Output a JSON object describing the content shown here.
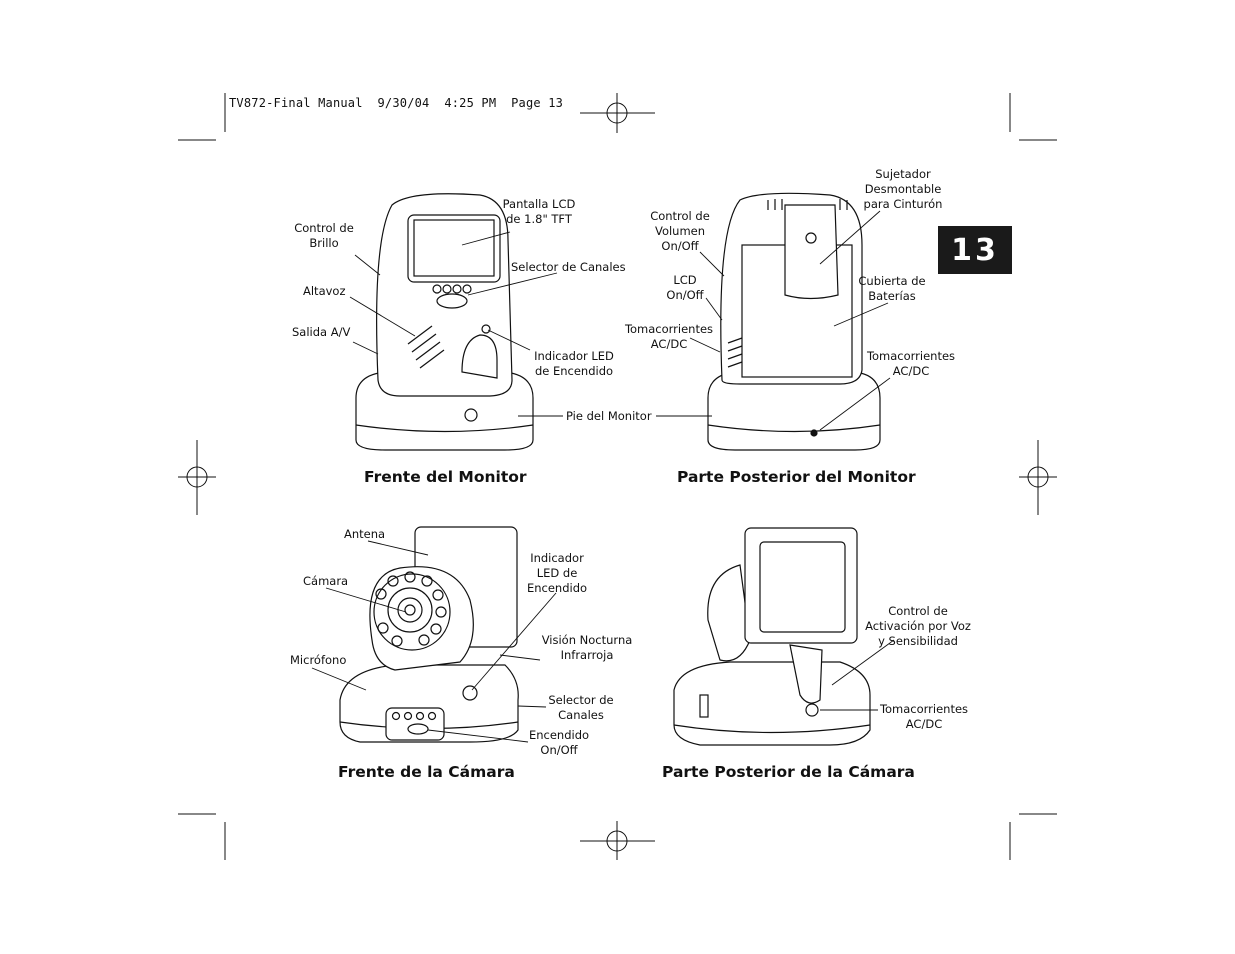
{
  "header": {
    "slug": "TV872-Final Manual  9/30/04  4:25 PM  Page 13"
  },
  "page_tab": "13",
  "monitor_front": {
    "caption": "Frente del Monitor",
    "labels": {
      "brightness": "Control de\nBrillo",
      "lcd_screen": "Pantalla LCD\nde 1.8\" TFT",
      "channel_selector": "Selector de Canales",
      "speaker": "Altavoz",
      "av_out": "Salida A/V",
      "power_led": "Indicador LED\nde Encendido"
    }
  },
  "stand_label": "Pie del Monitor",
  "monitor_back": {
    "caption": "Parte Posterior del Monitor",
    "labels": {
      "volume": "Control de\nVolumen\nOn/Off",
      "belt_clip": "Sujetador\nDesmontable\npara Cinturón",
      "lcd_onoff": "LCD\nOn/Off",
      "battery_cover": "Cubierta de\nBaterías",
      "ac_dc_left": "Tomacorrientes\nAC/DC",
      "ac_dc_right": "Tomacorrientes\nAC/DC"
    }
  },
  "camera_front": {
    "caption": "Frente de la Cámara",
    "labels": {
      "antenna": "Antena",
      "camera": "Cámara",
      "power_led": "Indicador\nLED de\nEncendido",
      "night_vision": "Visión Nocturna\nInfrarroja",
      "microphone": "Micrófono",
      "channel_selector": "Selector de\nCanales",
      "power_onoff": "Encendido\nOn/Off"
    }
  },
  "camera_back": {
    "caption": "Parte Posterior de la Cámara",
    "labels": {
      "voice_activation": "Control de\nActivación por Voz\ny Sensibilidad",
      "ac_dc": "Tomacorrientes\nAC/DC"
    }
  }
}
